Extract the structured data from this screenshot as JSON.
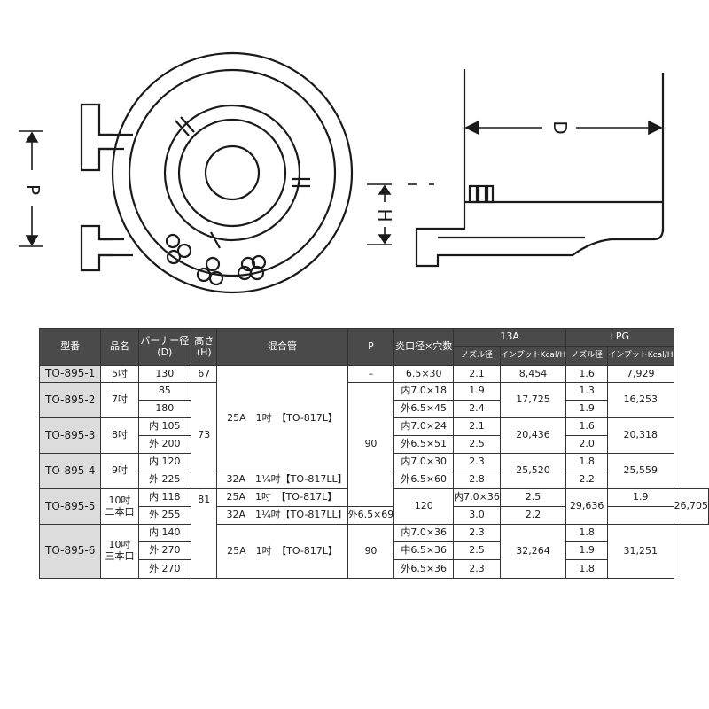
{
  "drawing": {
    "label_p": "P",
    "label_h": "H",
    "label_d": "D"
  },
  "table": {
    "headers": {
      "model": "型番",
      "name": "品名",
      "burner_dia": "バーナー径",
      "burner_dia_unit": "(D)",
      "height": "高さ",
      "height_unit": "(H)",
      "mixing_pipe": "混合管",
      "p": "P",
      "flame_hole": "炎口径×穴数",
      "gas_13a": "13A",
      "gas_lpg": "LPG",
      "nozzle": "ノズル径",
      "input": "インプットKcal/H"
    },
    "rows": {
      "r1": {
        "model": "TO-895-1",
        "name": "5吋",
        "burner": "130",
        "height": "67",
        "p": "–",
        "hole": "6.5×30",
        "n13": "2.1",
        "i13": "8,454",
        "nlpg": "1.6",
        "ilpg": "7,929"
      },
      "r2": {
        "model": "TO-895-2",
        "name": "7吋",
        "burner_a": "85",
        "burner_b": "180",
        "hole_a": "内7.0×18",
        "hole_b": "外6.5×45",
        "n13_a": "1.9",
        "n13_b": "2.4",
        "i13": "17,725",
        "nlpg_a": "1.3",
        "nlpg_b": "1.9",
        "ilpg": "16,253"
      },
      "r3": {
        "model": "TO-895-3",
        "name": "8吋",
        "burner_a": "内 105",
        "burner_b": "外 200",
        "hole_a": "内7.0×24",
        "hole_b": "外6.5×51",
        "n13_a": "2.1",
        "n13_b": "2.5",
        "i13": "20,436",
        "nlpg_a": "1.6",
        "nlpg_b": "2.0",
        "ilpg": "20,318"
      },
      "r4": {
        "model": "TO-895-4",
        "name": "9吋",
        "burner_a": "内 120",
        "burner_b": "外 225",
        "hole_a": "内7.0×30",
        "hole_b": "外6.5×60",
        "n13_a": "2.3",
        "n13_b": "2.8",
        "i13": "25,520",
        "nlpg_a": "1.8",
        "nlpg_b": "2.2",
        "ilpg": "25,559"
      },
      "r5": {
        "model": "TO-895-5",
        "name_1": "10吋",
        "name_2": "二本口",
        "burner_a": "内 118",
        "burner_b": "外 255",
        "hole_a": "内7.0×36",
        "hole_b": "外6.5×69",
        "n13_a": "2.5",
        "n13_b": "3.0",
        "i13": "29,636",
        "nlpg_a": "1.9",
        "nlpg_b": "2.2",
        "ilpg": "26,705"
      },
      "r6": {
        "model": "TO-895-6",
        "name_1": "10吋",
        "name_2": "三本口",
        "burner_a": "内 140",
        "burner_b": "外 270",
        "burner_c": "外 270",
        "hole_a": "内7.0×36",
        "hole_b": "中6.5×36",
        "hole_c": "外6.5×36",
        "n13_a": "2.3",
        "n13_b": "2.5",
        "n13_c": "2.3",
        "i13": "32,264",
        "nlpg_a": "1.8",
        "nlpg_b": "1.9",
        "nlpg_c": "1.8",
        "ilpg": "31,251"
      }
    },
    "merged": {
      "height_73": "73",
      "height_81": "81",
      "mix_main": "25A　1吋　【TO-817L】",
      "mix_r4b": "32A　1¼吋【TO-817LL】",
      "mix_r5a": "25A　1吋　【TO-817L】",
      "mix_r5b": "32A　1¼吋【TO-817LL】",
      "mix_r6": "25A　1吋　【TO-817L】",
      "p_90": "90",
      "p_120": "120",
      "p_90b": "90"
    }
  }
}
